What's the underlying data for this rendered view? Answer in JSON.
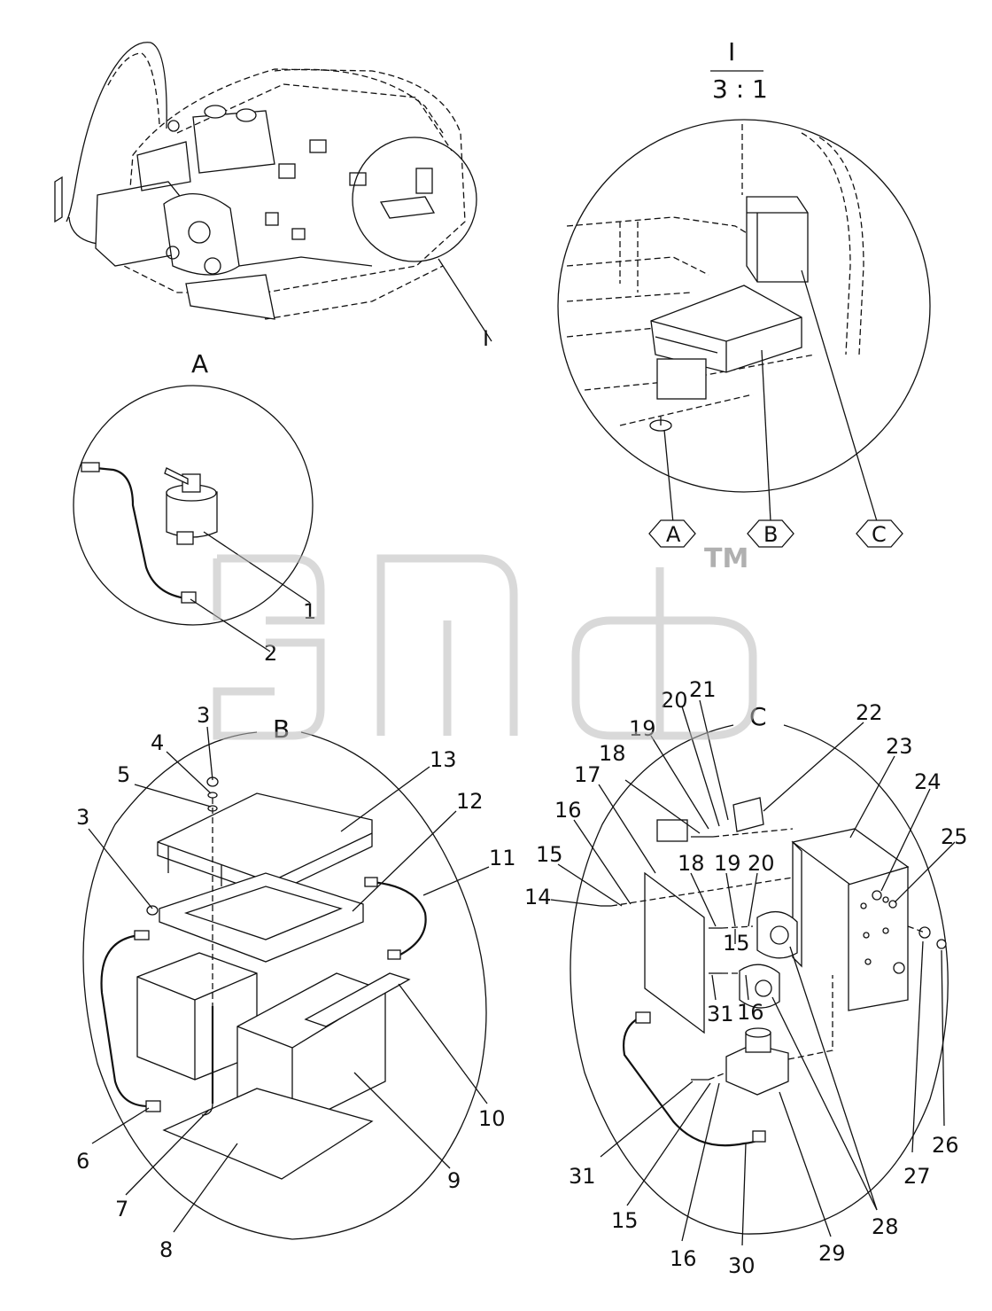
{
  "detail": {
    "name": "I",
    "scale": "3 : 1",
    "leader": "I"
  },
  "callouts": {
    "A": "A",
    "B": "B",
    "C": "C"
  },
  "view_titles": {
    "A": "A",
    "B": "B",
    "C": "C"
  },
  "watermark": {
    "text": "элф",
    "mark": "TM"
  },
  "view_a_parts": [
    "1",
    "2"
  ],
  "view_b_parts": [
    "3",
    "4",
    "5",
    "3",
    "13",
    "12",
    "11",
    "6",
    "7",
    "8",
    "9",
    "10"
  ],
  "view_c_parts": [
    "19",
    "20",
    "21",
    "22",
    "23",
    "18",
    "17",
    "16",
    "15",
    "14",
    "24",
    "25",
    "18",
    "19",
    "20",
    "15",
    "31",
    "16",
    "27",
    "26",
    "31",
    "15",
    "16",
    "30",
    "29",
    "28"
  ]
}
